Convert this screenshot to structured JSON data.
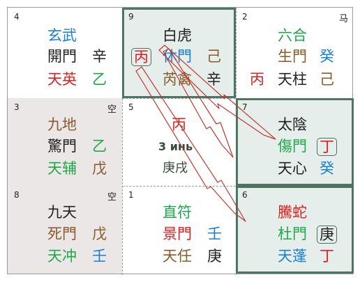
{
  "cells": {
    "c4": {
      "num": "4",
      "god": "玄武",
      "door": "開門",
      "door_stem": "辛",
      "star": "天英",
      "star_stem": "乙"
    },
    "c9": {
      "num": "9",
      "god": "白虎",
      "boxed": "丙",
      "door": "休門",
      "door_stem": "己",
      "star": "芮禽",
      "star_stem": "辛"
    },
    "c2": {
      "num": "2",
      "corner": "马",
      "god": "六合",
      "door": "生門",
      "door_stem": "癸",
      "extra": "丙",
      "star": "天柱",
      "star_stem": "己"
    },
    "c3": {
      "num": "3",
      "corner": "空",
      "god": "九地",
      "door": "驚門",
      "door_stem": "乙",
      "star": "天辅",
      "star_stem": "戊"
    },
    "c5": {
      "num": "5",
      "stem": "丙",
      "label": "3 инь",
      "sub": "庚戌"
    },
    "c7": {
      "num": "7",
      "god": "太陰",
      "door": "傷門",
      "door_stem": "丁",
      "star": "天心",
      "star_stem": "癸"
    },
    "c8": {
      "num": "8",
      "corner": "空",
      "god": "九天",
      "door": "死門",
      "door_stem": "戊",
      "star": "天冲",
      "star_stem": "壬"
    },
    "c1": {
      "num": "1",
      "god": "直符",
      "door": "景門",
      "door_stem": "壬",
      "star": "天任",
      "star_stem": "庚"
    },
    "c6": {
      "num": "6",
      "god": "騰蛇",
      "door": "杜門",
      "door_stem": "庚",
      "star": "天蓬",
      "star_stem": "丁"
    }
  },
  "colors": {
    "highlight_border": "#4e7463",
    "arrow": "#c0392b",
    "gray_cell": "#ebe7e7",
    "teal_cell": "#e6eeec"
  }
}
